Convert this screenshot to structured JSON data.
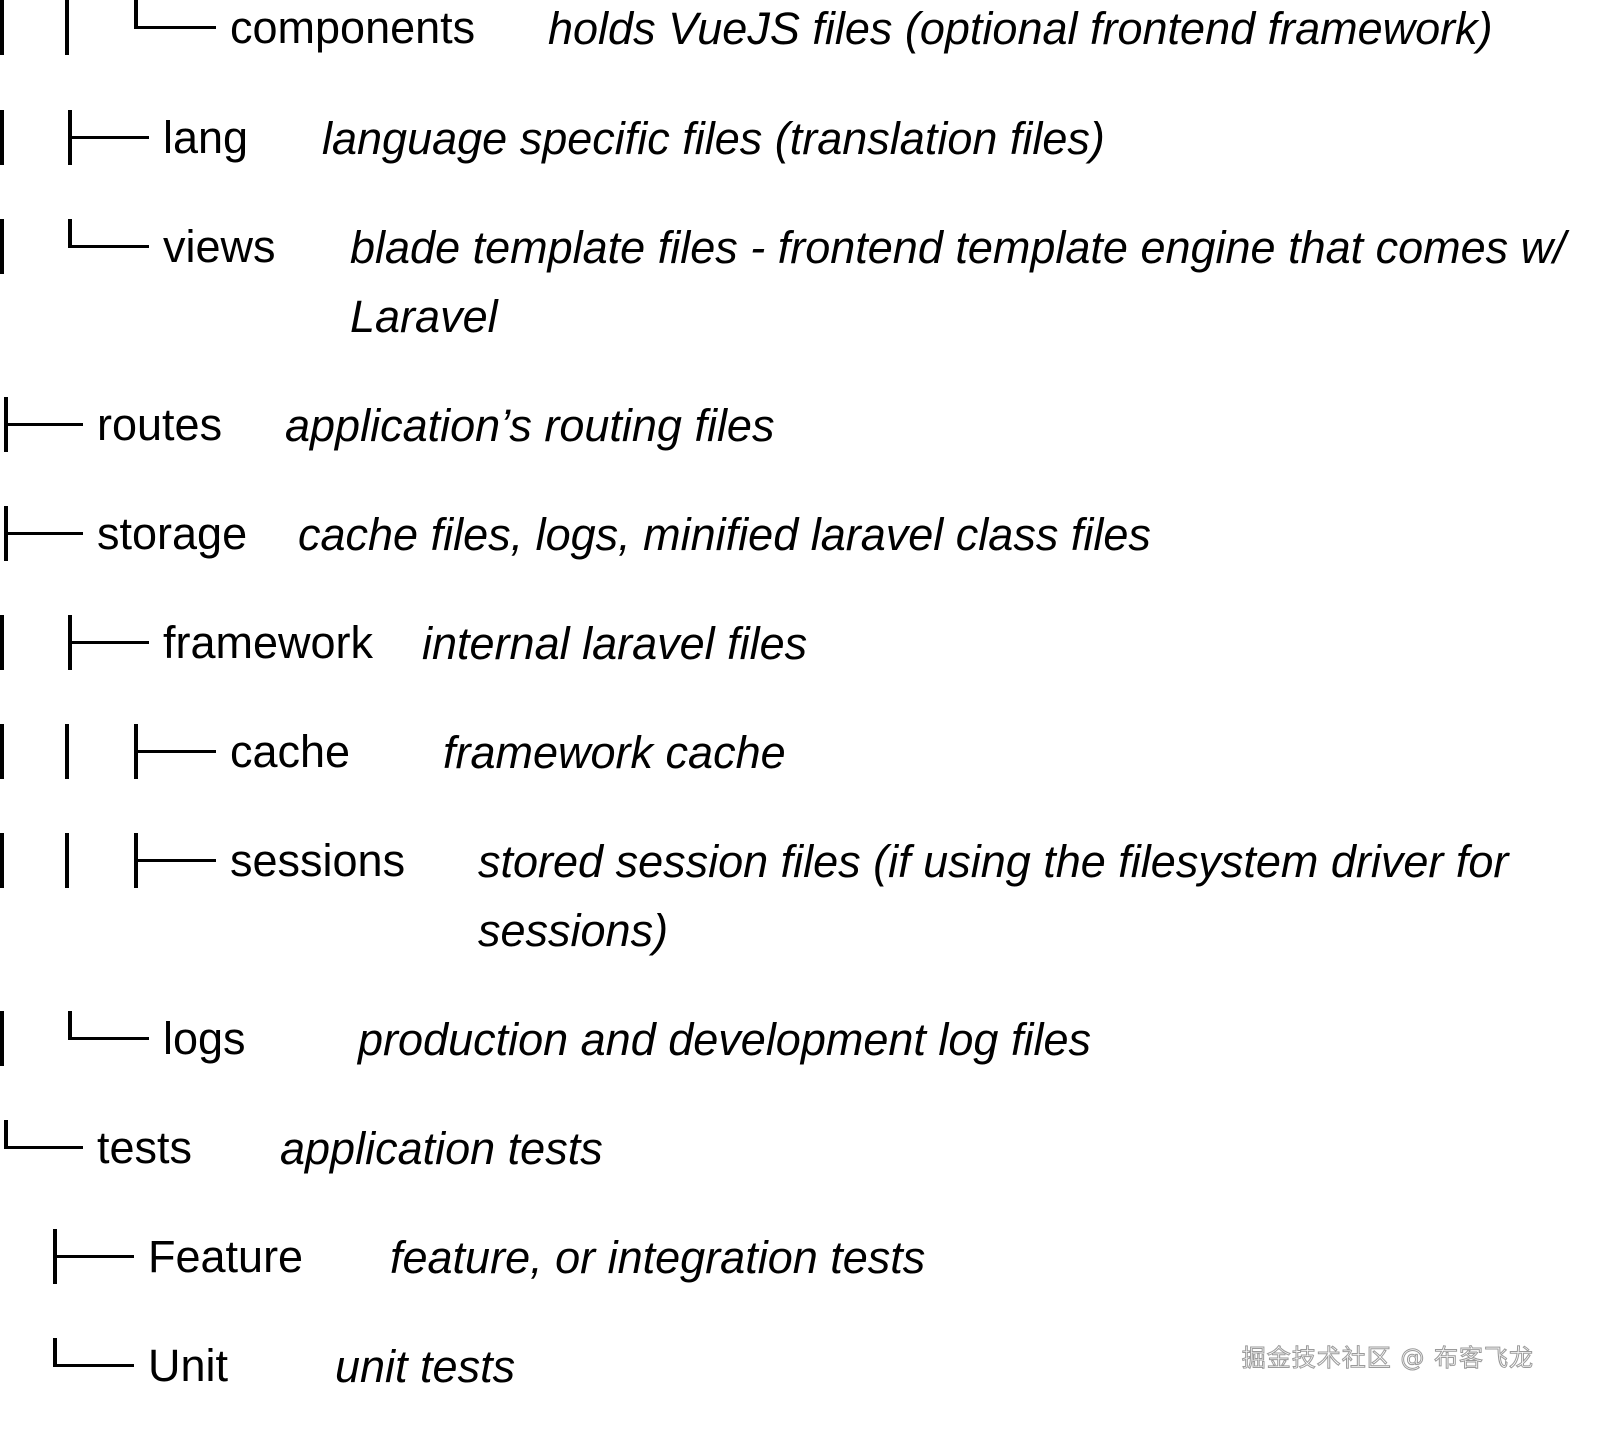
{
  "tree": [
    {
      "name": "components",
      "description": "holds VueJS files (optional frontend framework)"
    },
    {
      "name": "lang",
      "description": "language specific files (translation files)"
    },
    {
      "name": "views",
      "description": "blade template files - frontend template engine that comes w/ Laravel"
    },
    {
      "name": "routes",
      "description": "application’s routing files"
    },
    {
      "name": "storage",
      "description": "cache files, logs, minified laravel class files"
    },
    {
      "name": "framework",
      "description": "internal laravel files"
    },
    {
      "name": "cache",
      "description": "framework cache"
    },
    {
      "name": "sessions",
      "description": "stored session files (if using the filesystem driver for sessions)"
    },
    {
      "name": "logs",
      "description": "production and development log files"
    },
    {
      "name": "tests",
      "description": "application tests"
    },
    {
      "name": "Feature",
      "description": "feature, or integration tests"
    },
    {
      "name": "Unit",
      "description": "unit tests"
    }
  ],
  "watermark": "掘金技术社区 @ 布客飞龙"
}
